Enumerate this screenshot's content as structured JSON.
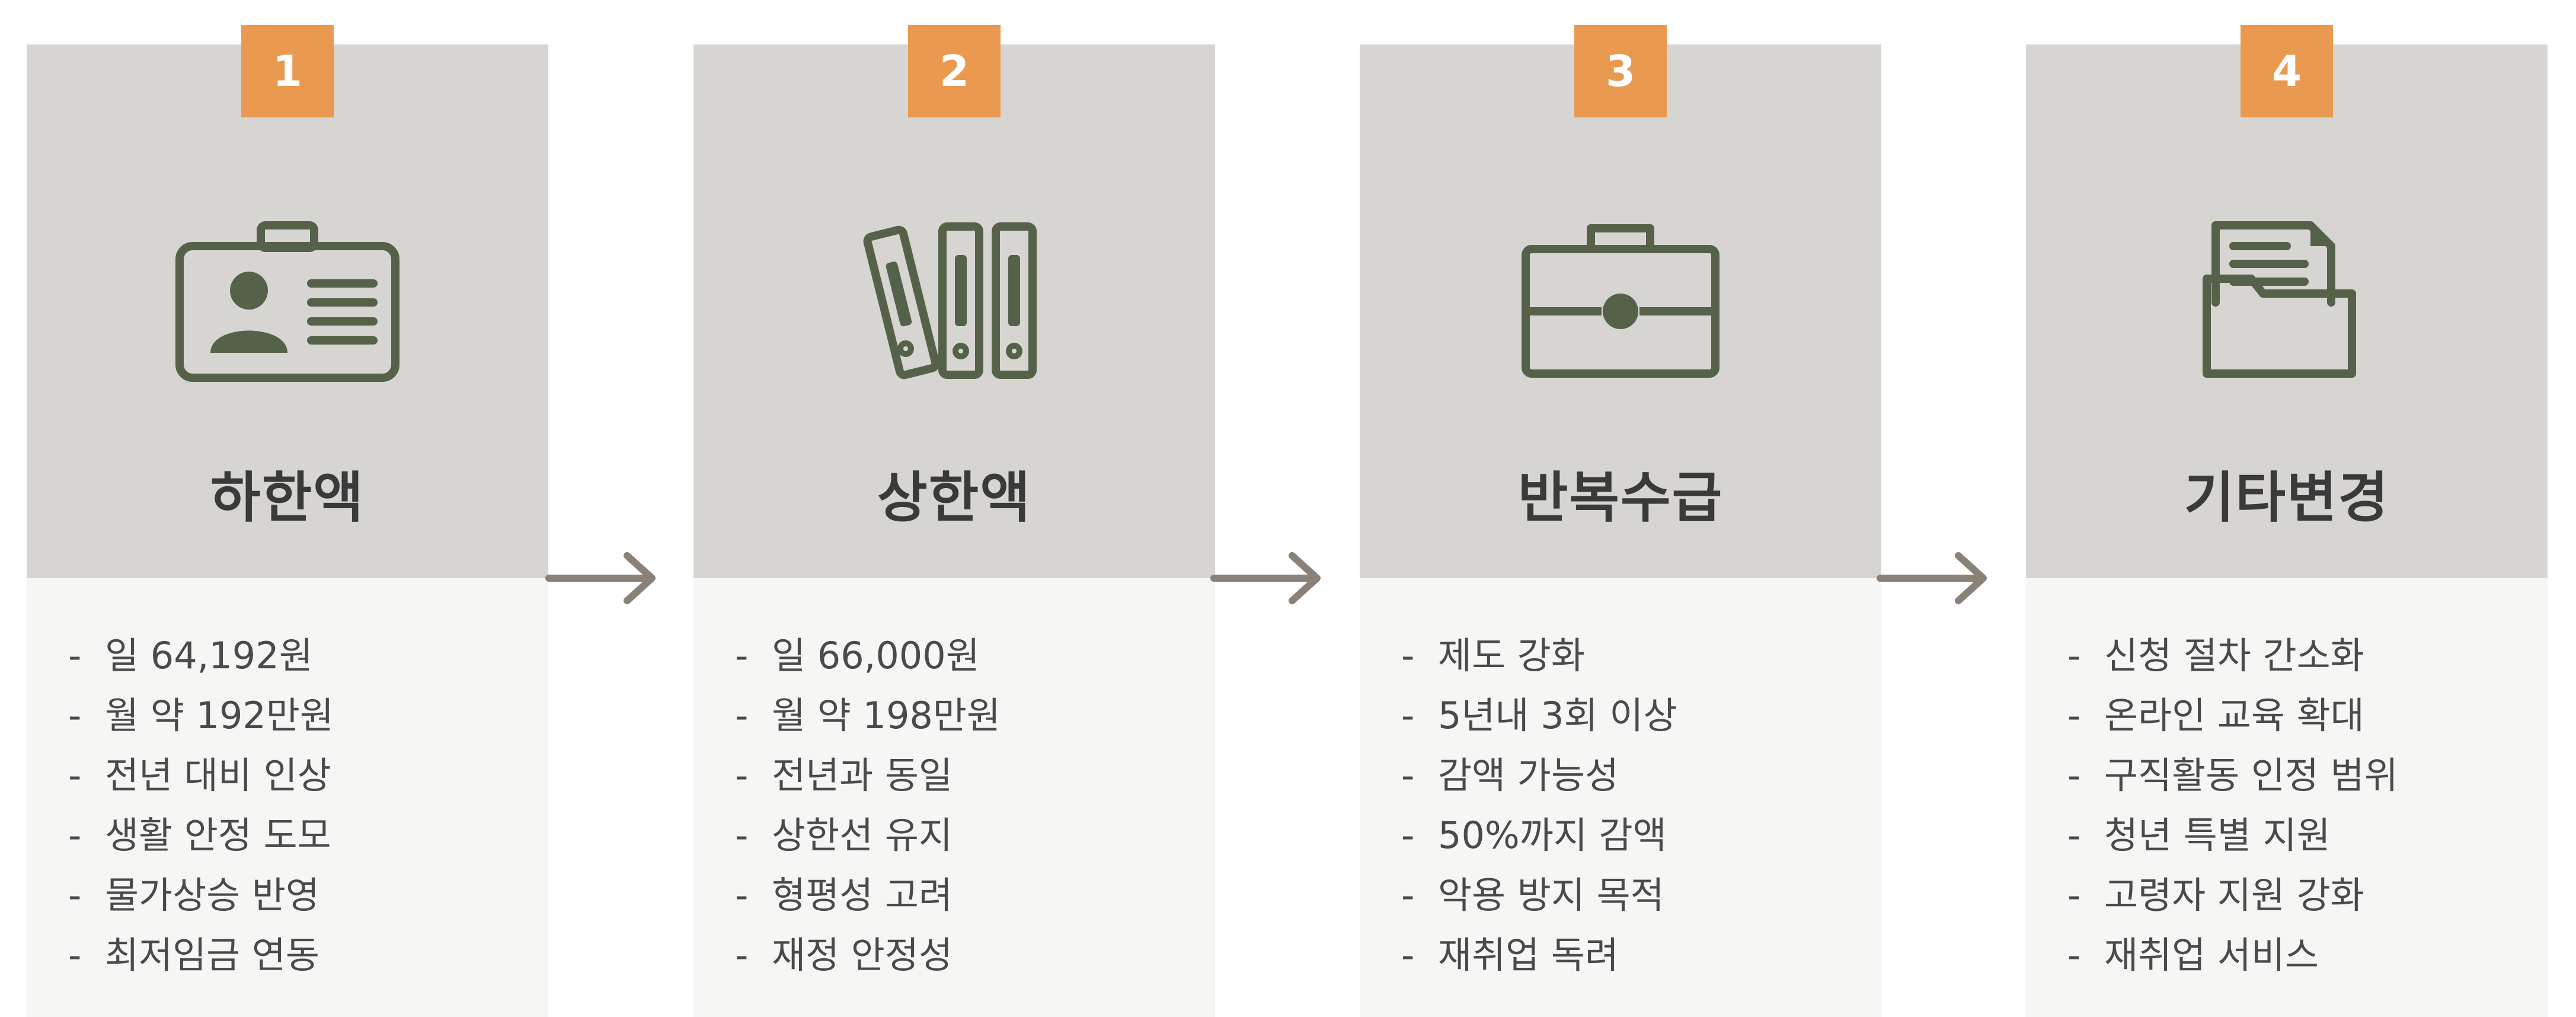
{
  "colors": {
    "card_bg": "#d7d5d1",
    "panel_bg": "#f6f6f5",
    "badge_bg": "#ea9a50",
    "icon_color": "#556149",
    "arrow_color": "#8a8278"
  },
  "steps": [
    {
      "number": "1",
      "title": "하한액",
      "icon": "id-card-icon",
      "items": [
        "일 64,192원",
        "월 약 192만원",
        "전년 대비 인상",
        "생활 안정 도모",
        "물가상승 반영",
        "최저임금 연동"
      ]
    },
    {
      "number": "2",
      "title": "상한액",
      "icon": "binders-icon",
      "items": [
        "일 66,000원",
        "월 약 198만원",
        "전년과 동일",
        "상한선 유지",
        "형평성 고려",
        "재정 안정성"
      ]
    },
    {
      "number": "3",
      "title": "반복수급",
      "icon": "briefcase-icon",
      "items": [
        "제도 강화",
        "5년내 3회 이상",
        "감액 가능성",
        "50%까지 감액",
        "악용 방지 목적",
        "재취업 독려"
      ]
    },
    {
      "number": "4",
      "title": "기타변경",
      "icon": "folder-icon",
      "items": [
        "신청 절차 간소화",
        "온라인 교육 확대",
        "구직활동 인정 범위",
        "청년 특별 지원",
        "고령자 지원 강화",
        "재취업 서비스"
      ]
    }
  ],
  "bullet_marker": "-"
}
